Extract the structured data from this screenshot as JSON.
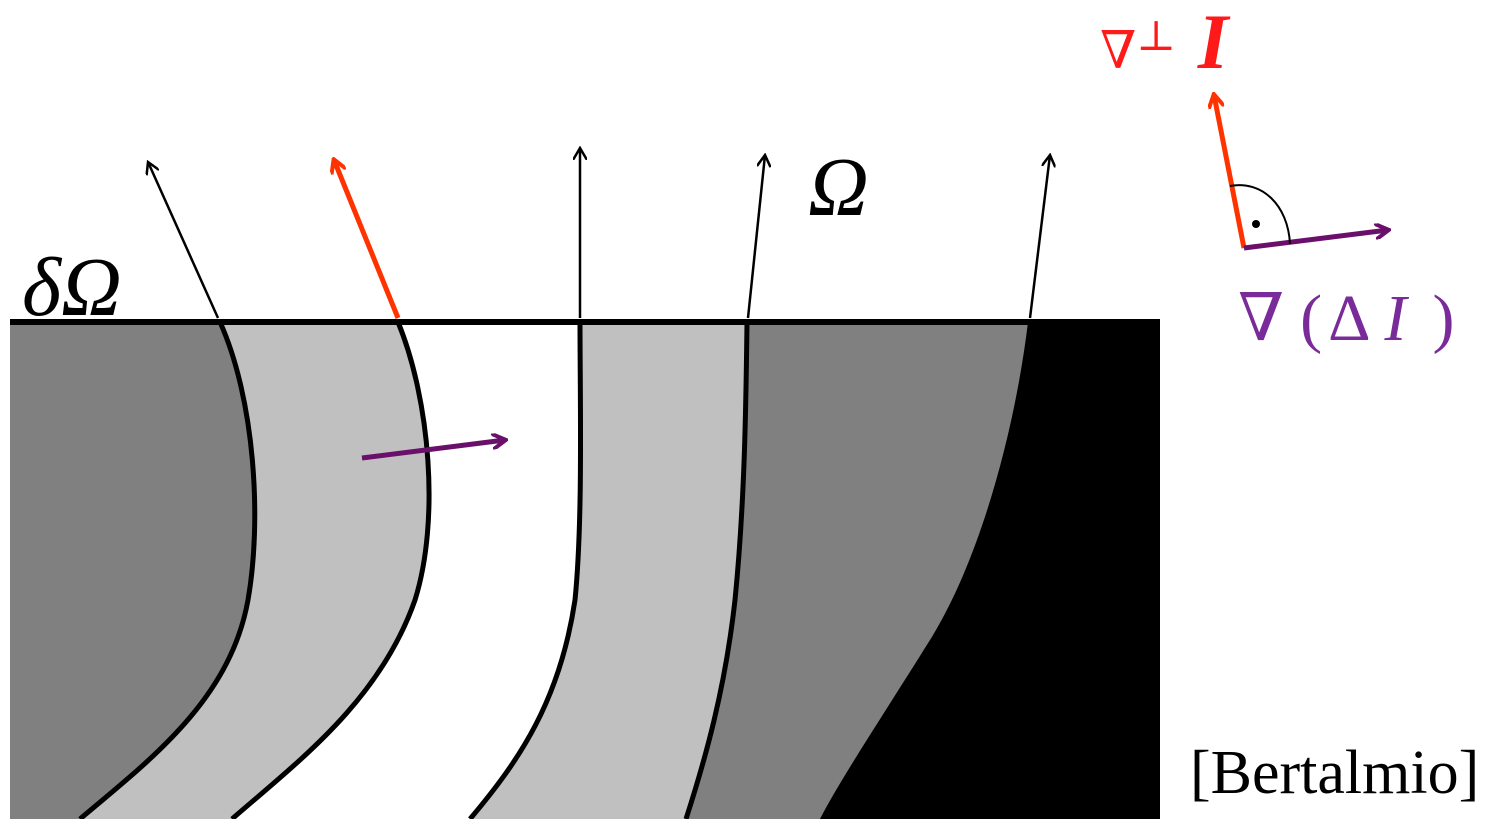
{
  "labels": {
    "boundary": "δΩ",
    "region": "Ω",
    "perp_grad_nabla": "∇",
    "perp_grad_sup": "⊥",
    "perp_grad_I": "I",
    "lap_grad": "∇",
    "lap_open": "(",
    "lap_delta": "Δ",
    "lap_I": "I",
    "lap_close": ")",
    "citation": "[Bertalmio]"
  },
  "colors": {
    "isophote_red": "#ff3300",
    "laplacian_purple": "#6a0f6a",
    "label_red": "#ff1a1a",
    "label_purple": "#7a2b9a",
    "band_dark": "#808080",
    "band_light": "#c0c0c0",
    "band_white": "#ffffff",
    "band_black": "#000000"
  }
}
